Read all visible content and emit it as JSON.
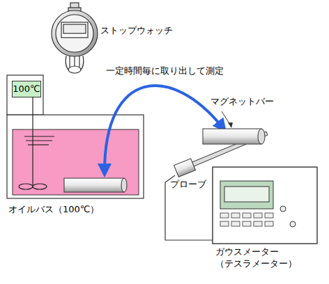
{
  "diagram": {
    "nodes": [
      {
        "text": [
          "100℃"
        ]
      },
      {
        "text": [
          "オイルバス（100℃）"
        ]
      },
      {
        "text": [
          "マグネットバー"
        ]
      },
      {
        "text": [
          "ガウスメーター （テスラメーター）"
        ]
      }
    ],
    "edges": [
      {
        "from": 1,
        "to": 2,
        "arrow": "both",
        "label": "一定時間毎に取り出して測定"
      }
    ],
    "labels": [
      "ストップウォッチ",
      "プローブ"
    ]
  }
}
